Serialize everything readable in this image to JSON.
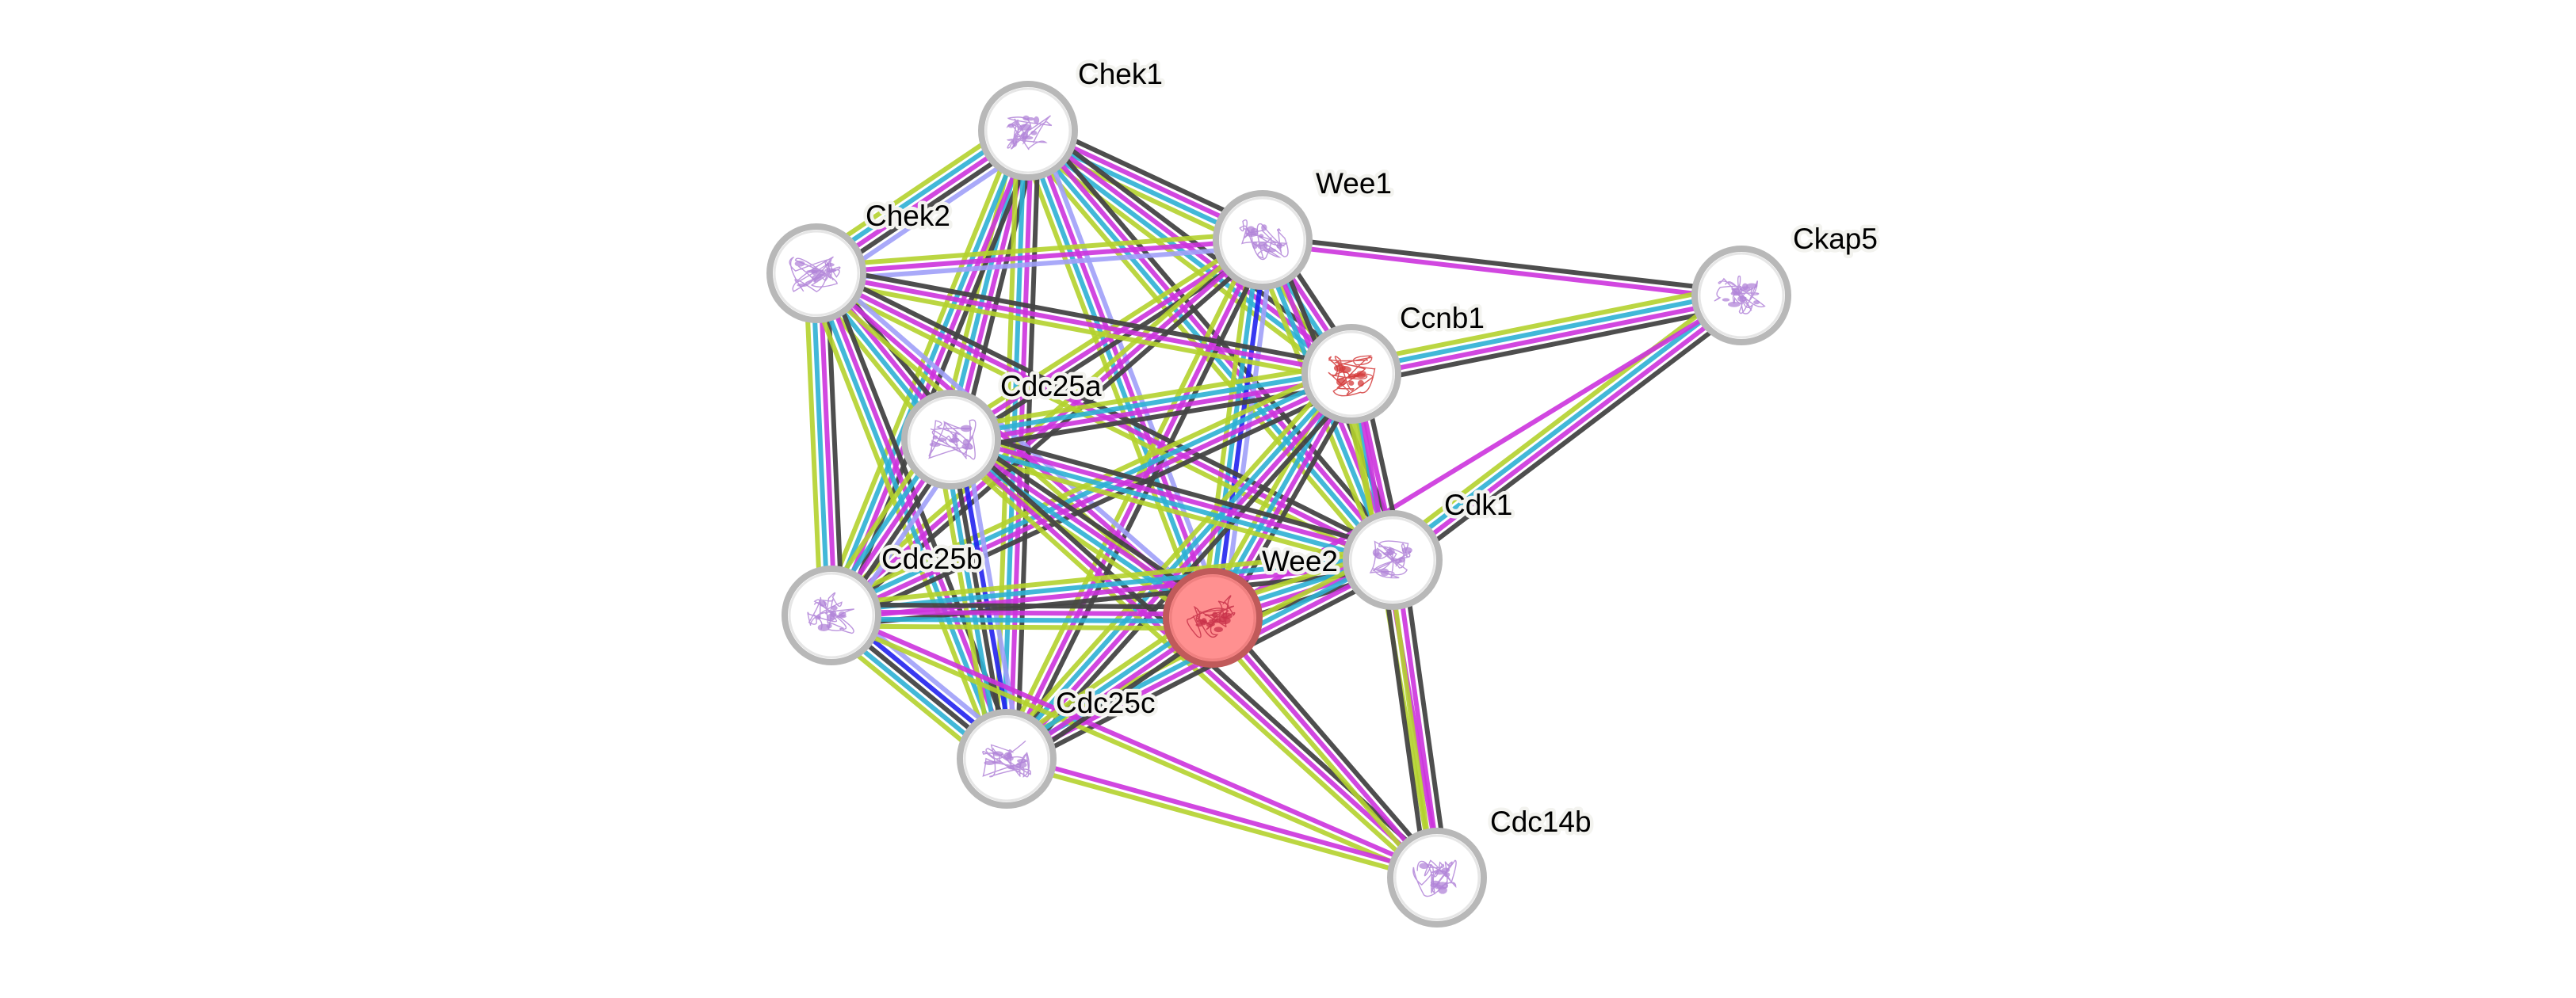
{
  "network": {
    "type": "protein-interaction-network",
    "query_protein": "Wee2",
    "evidence_colors": {
      "homology": "#a0a0f8",
      "cooccurrence": "#2222ee",
      "experiments": "#cc33dd",
      "databases": "#2eb0d4",
      "textmining": "#b4d22e",
      "coexpression": "#444444"
    },
    "node_style": {
      "ring_color": "#b8b8b8",
      "fill_color": "#ffffff",
      "query_ring_color": "#c05a5a",
      "query_fill_color": "#ff9090",
      "structure_color": "#b184d8",
      "query_structure_color": "#c8324a",
      "ccnb1_structure_color": "#d43a3a"
    },
    "nodes": [
      {
        "id": "Chek1",
        "label": "Chek1",
        "query": false
      },
      {
        "id": "Wee1",
        "label": "Wee1",
        "query": false
      },
      {
        "id": "Chek2",
        "label": "Chek2",
        "query": false
      },
      {
        "id": "Ckap5",
        "label": "Ckap5",
        "query": false
      },
      {
        "id": "Ccnb1",
        "label": "Ccnb1",
        "query": false
      },
      {
        "id": "Cdc25a",
        "label": "Cdc25a",
        "query": false
      },
      {
        "id": "Cdk1",
        "label": "Cdk1",
        "query": false
      },
      {
        "id": "Cdc25b",
        "label": "Cdc25b",
        "query": false
      },
      {
        "id": "Wee2",
        "label": "Wee2",
        "query": true
      },
      {
        "id": "Cdc25c",
        "label": "Cdc25c",
        "query": false
      },
      {
        "id": "Cdc14b",
        "label": "Cdc14b",
        "query": false
      }
    ],
    "edges": [
      {
        "a": "Chek1",
        "b": "Chek2",
        "evidence": [
          "homology",
          "coexpression",
          "experiments",
          "databases",
          "textmining"
        ]
      },
      {
        "a": "Chek1",
        "b": "Wee1",
        "evidence": [
          "coexpression",
          "experiments",
          "databases",
          "textmining"
        ]
      },
      {
        "a": "Chek1",
        "b": "Ccnb1",
        "evidence": [
          "coexpression",
          "experiments",
          "databases",
          "textmining"
        ]
      },
      {
        "a": "Chek1",
        "b": "Cdc25a",
        "evidence": [
          "coexpression",
          "experiments",
          "databases",
          "textmining"
        ]
      },
      {
        "a": "Chek1",
        "b": "Cdk1",
        "evidence": [
          "coexpression",
          "experiments",
          "databases",
          "textmining"
        ]
      },
      {
        "a": "Chek1",
        "b": "Cdc25b",
        "evidence": [
          "coexpression",
          "experiments",
          "databases",
          "textmining"
        ]
      },
      {
        "a": "Chek1",
        "b": "Wee2",
        "evidence": [
          "homology",
          "experiments",
          "databases",
          "textmining"
        ]
      },
      {
        "a": "Chek1",
        "b": "Cdc25c",
        "evidence": [
          "coexpression",
          "experiments",
          "databases",
          "textmining"
        ]
      },
      {
        "a": "Wee1",
        "b": "Chek2",
        "evidence": [
          "homology",
          "experiments",
          "textmining"
        ]
      },
      {
        "a": "Wee1",
        "b": "Ckap5",
        "evidence": [
          "coexpression",
          "experiments"
        ]
      },
      {
        "a": "Wee1",
        "b": "Ccnb1",
        "evidence": [
          "coexpression",
          "experiments",
          "databases",
          "textmining"
        ]
      },
      {
        "a": "Wee1",
        "b": "Cdc25a",
        "evidence": [
          "coexpression",
          "experiments",
          "textmining"
        ]
      },
      {
        "a": "Wee1",
        "b": "Cdk1",
        "evidence": [
          "coexpression",
          "experiments",
          "databases",
          "textmining"
        ]
      },
      {
        "a": "Wee1",
        "b": "Cdc25b",
        "evidence": [
          "coexpression",
          "experiments",
          "textmining"
        ]
      },
      {
        "a": "Wee1",
        "b": "Wee2",
        "evidence": [
          "homology",
          "cooccurrence",
          "databases",
          "textmining"
        ]
      },
      {
        "a": "Wee1",
        "b": "Cdc25c",
        "evidence": [
          "coexpression",
          "experiments",
          "textmining"
        ]
      },
      {
        "a": "Chek2",
        "b": "Ccnb1",
        "evidence": [
          "coexpression",
          "experiments",
          "textmining"
        ]
      },
      {
        "a": "Chek2",
        "b": "Cdc25a",
        "evidence": [
          "coexpression",
          "experiments",
          "databases",
          "textmining"
        ]
      },
      {
        "a": "Chek2",
        "b": "Cdk1",
        "evidence": [
          "coexpression",
          "experiments",
          "textmining"
        ]
      },
      {
        "a": "Chek2",
        "b": "Cdc25b",
        "evidence": [
          "coexpression",
          "experiments",
          "databases",
          "textmining"
        ]
      },
      {
        "a": "Chek2",
        "b": "Wee2",
        "evidence": [
          "homology",
          "experiments",
          "textmining"
        ]
      },
      {
        "a": "Chek2",
        "b": "Cdc25c",
        "evidence": [
          "coexpression",
          "experiments",
          "databases",
          "textmining"
        ]
      },
      {
        "a": "Ckap5",
        "b": "Ccnb1",
        "evidence": [
          "coexpression",
          "experiments",
          "databases",
          "textmining"
        ]
      },
      {
        "a": "Ckap5",
        "b": "Cdk1",
        "evidence": [
          "coexpression",
          "experiments",
          "databases",
          "textmining"
        ]
      },
      {
        "a": "Ckap5",
        "b": "Wee2",
        "evidence": [
          "experiments"
        ]
      },
      {
        "a": "Ccnb1",
        "b": "Cdc25a",
        "evidence": [
          "coexpression",
          "experiments",
          "databases",
          "textmining"
        ]
      },
      {
        "a": "Ccnb1",
        "b": "Cdk1",
        "evidence": [
          "coexpression",
          "experiments",
          "databases",
          "textmining"
        ]
      },
      {
        "a": "Ccnb1",
        "b": "Cdc25b",
        "evidence": [
          "coexpression",
          "experiments",
          "databases",
          "textmining"
        ]
      },
      {
        "a": "Ccnb1",
        "b": "Wee2",
        "evidence": [
          "coexpression",
          "experiments",
          "databases",
          "textmining"
        ]
      },
      {
        "a": "Ccnb1",
        "b": "Cdc25c",
        "evidence": [
          "coexpression",
          "experiments",
          "databases",
          "textmining"
        ]
      },
      {
        "a": "Ccnb1",
        "b": "Cdc14b",
        "evidence": [
          "experiments",
          "textmining"
        ]
      },
      {
        "a": "Cdc25a",
        "b": "Cdk1",
        "evidence": [
          "coexpression",
          "experiments",
          "databases",
          "textmining"
        ]
      },
      {
        "a": "Cdc25a",
        "b": "Cdc25b",
        "evidence": [
          "homology",
          "coexpression",
          "experiments",
          "databases",
          "textmining"
        ]
      },
      {
        "a": "Cdc25a",
        "b": "Wee2",
        "evidence": [
          "coexpression",
          "experiments",
          "databases",
          "textmining"
        ]
      },
      {
        "a": "Cdc25a",
        "b": "Cdc25c",
        "evidence": [
          "homology",
          "cooccurrence",
          "coexpression",
          "databases",
          "textmining"
        ]
      },
      {
        "a": "Cdc25a",
        "b": "Cdc14b",
        "evidence": [
          "coexpression",
          "experiments",
          "textmining"
        ]
      },
      {
        "a": "Cdk1",
        "b": "Cdc25b",
        "evidence": [
          "coexpression",
          "experiments",
          "databases",
          "textmining"
        ]
      },
      {
        "a": "Cdk1",
        "b": "Wee2",
        "evidence": [
          "coexpression",
          "experiments",
          "databases",
          "textmining"
        ]
      },
      {
        "a": "Cdk1",
        "b": "Cdc25c",
        "evidence": [
          "coexpression",
          "experiments",
          "databases",
          "textmining"
        ]
      },
      {
        "a": "Cdk1",
        "b": "Cdc14b",
        "evidence": [
          "coexpression",
          "experiments",
          "textmining",
          "coexpression"
        ]
      },
      {
        "a": "Cdc25b",
        "b": "Wee2",
        "evidence": [
          "coexpression",
          "experiments",
          "databases",
          "textmining"
        ]
      },
      {
        "a": "Cdc25b",
        "b": "Cdc25c",
        "evidence": [
          "homology",
          "cooccurrence",
          "coexpression",
          "databases",
          "textmining"
        ]
      },
      {
        "a": "Cdc25b",
        "b": "Cdc14b",
        "evidence": [
          "experiments",
          "textmining"
        ]
      },
      {
        "a": "Wee2",
        "b": "Cdc25c",
        "evidence": [
          "coexpression",
          "experiments",
          "databases",
          "textmining"
        ]
      },
      {
        "a": "Wee2",
        "b": "Cdc14b",
        "evidence": [
          "coexpression",
          "experiments",
          "textmining"
        ]
      },
      {
        "a": "Cdc25c",
        "b": "Cdc14b",
        "evidence": [
          "experiments",
          "textmining"
        ]
      }
    ]
  }
}
